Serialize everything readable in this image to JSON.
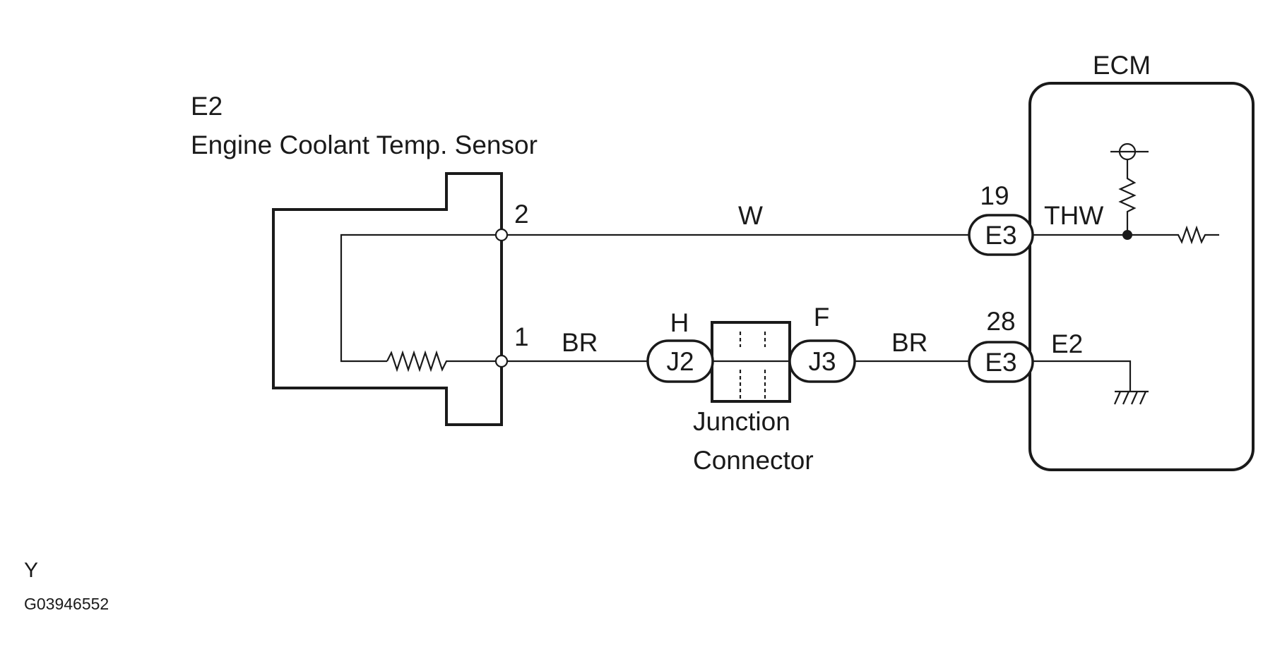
{
  "sensor": {
    "code": "E2",
    "name": "Engine Coolant Temp. Sensor",
    "pin_top": "2",
    "pin_bottom": "1"
  },
  "wires": {
    "top_color": "W",
    "bottom_left_color": "BR",
    "bottom_right_color": "BR"
  },
  "junction": {
    "left_connector": "J2",
    "left_terminal": "H",
    "right_connector": "J3",
    "right_terminal": "F",
    "label_line1": "Junction",
    "label_line2": "Connector"
  },
  "ecm": {
    "title": "ECM",
    "top_pin": "19",
    "top_connector": "E3",
    "top_signal": "THW",
    "bottom_pin": "28",
    "bottom_connector": "E3",
    "bottom_signal": "E2"
  },
  "footer": {
    "line1": "Y",
    "code": "G03946552"
  }
}
